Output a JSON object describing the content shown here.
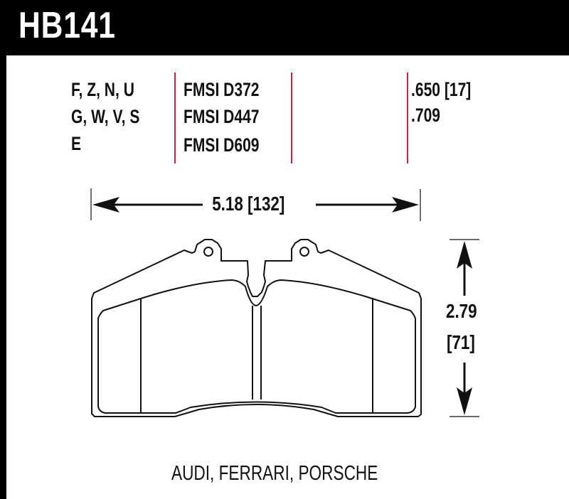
{
  "header": {
    "part_number": "HB141"
  },
  "compounds": {
    "lines": [
      "F, Z, N, U",
      "G, W, V, S",
      "E"
    ]
  },
  "fmsi": {
    "lines": [
      "FMSI D372",
      "FMSI D447",
      "FMSI D609"
    ]
  },
  "thickness": {
    "lines": [
      ".650 [17]",
      ".709"
    ]
  },
  "dimensions": {
    "width_label": "5.18 [132]",
    "height_value": "2.79",
    "height_metric": "[71]"
  },
  "applications": {
    "label": "AUDI, FERRARI, PORSCHE"
  },
  "colors": {
    "divider": "#cc2233",
    "header_bg": "#000000",
    "ink": "#111111"
  }
}
